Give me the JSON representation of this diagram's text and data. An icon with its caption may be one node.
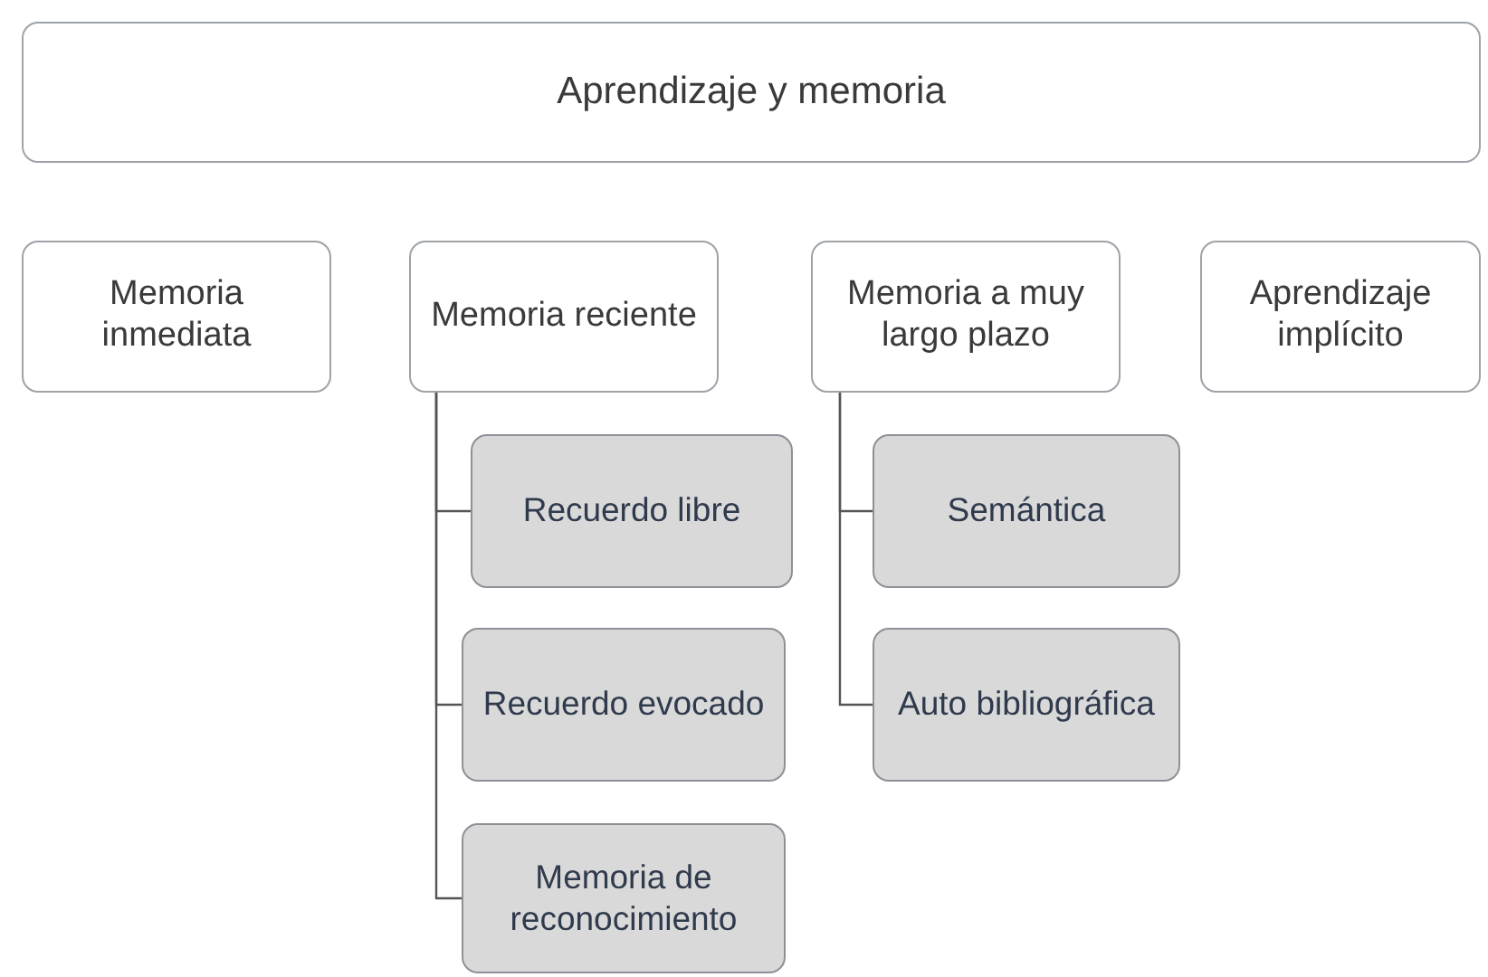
{
  "diagram": {
    "nodes": [
      {
        "text": [
          "Aprendizaje y memoria"
        ]
      },
      {
        "text": [
          "Memoria inmediata"
        ]
      },
      {
        "text": [
          "Memoria reciente"
        ]
      },
      {
        "text": [
          "Memoria a muy largo plazo"
        ]
      },
      {
        "text": [
          "Aprendizaje implícito"
        ]
      },
      {
        "text": [
          "Recuerdo libre"
        ]
      },
      {
        "text": [
          "Recuerdo evocado"
        ]
      },
      {
        "text": [
          "Memoria de reconocimiento"
        ]
      },
      {
        "text": [
          "Semántica"
        ]
      },
      {
        "text": [
          "Auto bibliográfica"
        ]
      }
    ],
    "edges": [
      {
        "from": 2,
        "to": 5,
        "arrow": "none"
      },
      {
        "from": 2,
        "to": 6,
        "arrow": "none"
      },
      {
        "from": 2,
        "to": 7,
        "arrow": "none"
      },
      {
        "from": 3,
        "to": 8,
        "arrow": "none"
      },
      {
        "from": 3,
        "to": 9,
        "arrow": "none"
      }
    ]
  }
}
